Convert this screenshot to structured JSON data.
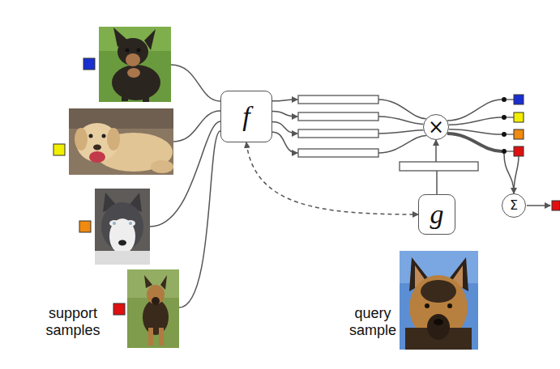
{
  "diagram": {
    "nodes": [
      {
        "text": [
          "f"
        ]
      },
      {
        "text": [
          "×"
        ]
      },
      {
        "text": [
          "g"
        ]
      },
      {
        "text": [
          "Σ"
        ]
      }
    ],
    "edges": [
      {
        "from": 0,
        "to": 1,
        "arrow": "to"
      },
      {
        "from": 2,
        "to": 1,
        "arrow": "to"
      },
      {
        "from": 1,
        "to": 3,
        "arrow": "to"
      },
      {
        "from": 0,
        "to": 2,
        "arrow": "both"
      }
    ],
    "labels": [
      "support samples",
      "query sample"
    ]
  }
}
